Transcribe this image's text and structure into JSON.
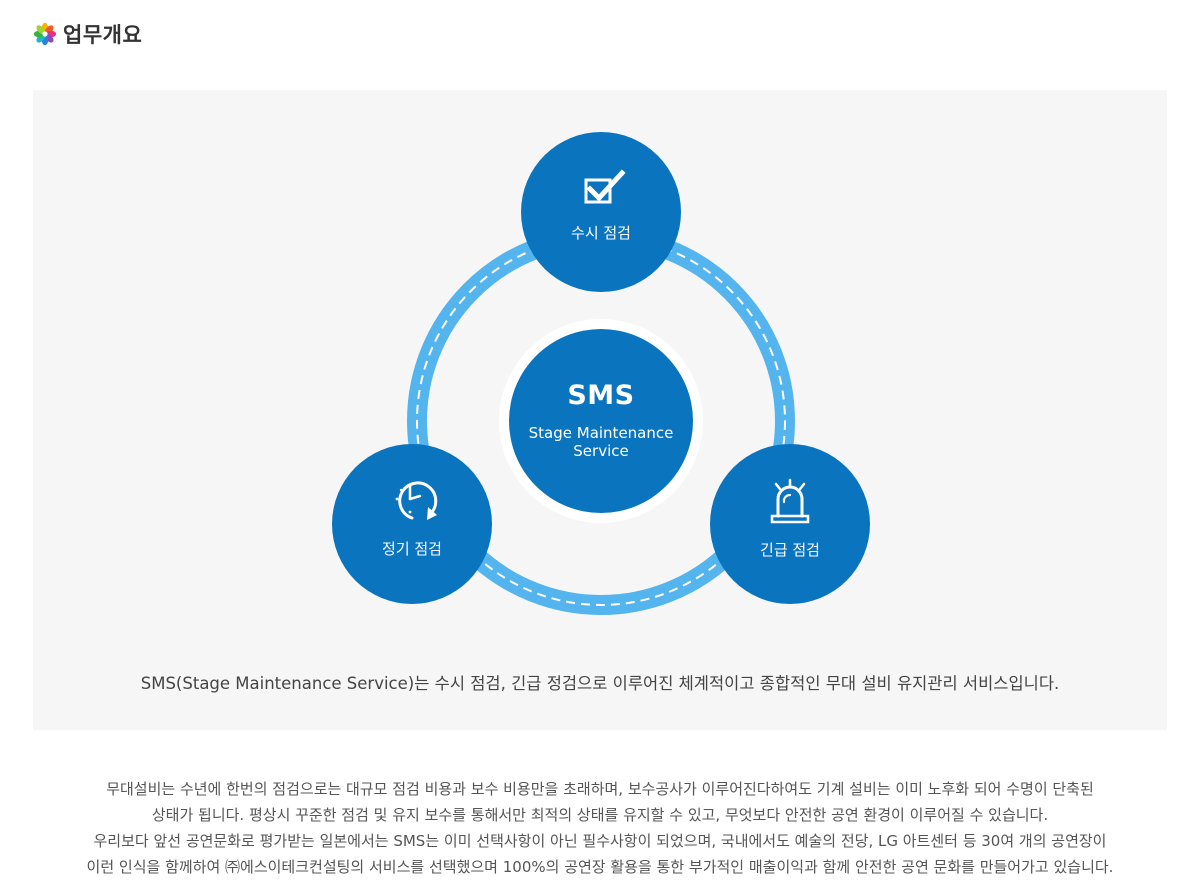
{
  "header": {
    "title": "업무개요",
    "icon": "flower-icon"
  },
  "diagram": {
    "core": {
      "abbr": "SMS",
      "name": "Stage Maintenance Service"
    },
    "nodes": [
      {
        "label": "수시 점검",
        "icon": "checkbox-icon"
      },
      {
        "label": "정기 점검",
        "icon": "clock-refresh-icon"
      },
      {
        "label": "긴급 점검",
        "icon": "alarm-siren-icon"
      }
    ],
    "caption": "SMS(Stage Maintenance Service)는 수시 점검, 긴급 정검으로 이루어진 체계적이고 종합적인 무대 설비 유지관리 서비스입니다.",
    "colors": {
      "circle": "#0a74bf",
      "ring": "#54b4ee",
      "panel": "#f6f6f6"
    }
  },
  "description": [
    "무대설비는 수년에 한번의 점검으로는 대규모 점검 비용과 보수 비용만을 초래하며, 보수공사가 이루어진다하여도 기계 설비는 이미 노후화 되어 수명이 단축된",
    "상태가 됩니다. 평상시 꾸준한 점검 및 유지 보수를 통해서만 최적의 상태를 유지할 수 있고, 무엇보다 안전한 공연 환경이 이루어질 수 있습니다.",
    "우리보다 앞선 공연문화로 평가받는 일본에서는 SMS는 이미 선택사항이 아닌 필수사항이 되었으며, 국내에서도 예술의 전당, LG 아트센터 등 30여 개의 공연장이",
    "이런 인식을 함께하여 ㈜에스이테크컨설팅의 서비스를 선택했으며 100%의 공연장 활용을 통한 부가적인 매출이익과 함께 안전한 공연 문화를 만들어가고 있습니다."
  ]
}
